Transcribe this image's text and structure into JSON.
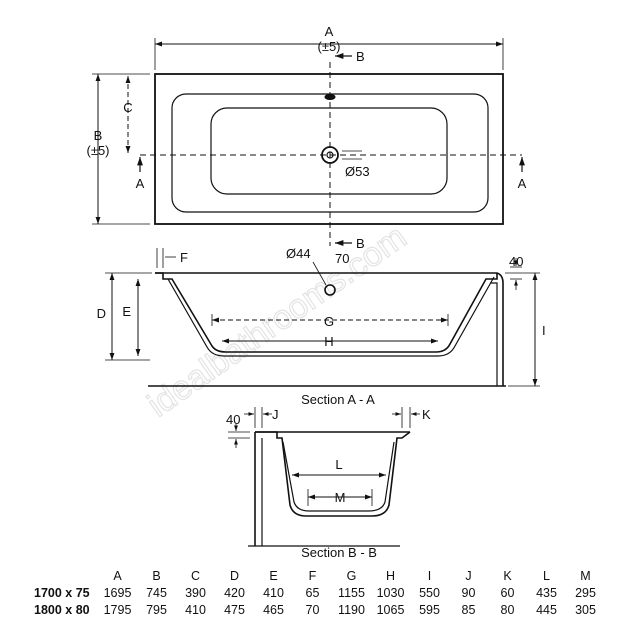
{
  "plan_view": {
    "label_a": "A",
    "tol_a": "(±5)",
    "label_b": "B",
    "tol_b": "(±5)",
    "label_c": "C",
    "section_b_top": "B",
    "section_b_bottom": "B",
    "section_a_left": "A",
    "section_a_right": "A",
    "waste_diameter": "Ø53"
  },
  "section_aa": {
    "label_d": "D",
    "label_e": "E",
    "label_f": "F",
    "label_g": "G",
    "label_h": "H",
    "label_i": "I",
    "overflow_diameter": "Ø44",
    "overflow_offset": "70",
    "rim_offset": "40",
    "caption": "Section A - A"
  },
  "section_bb": {
    "rim_offset": "40",
    "label_j": "J",
    "label_k": "K",
    "label_l": "L",
    "label_m": "M",
    "caption": "Section B - B"
  },
  "watermark": "idealbathrooms.com",
  "dimension_table": {
    "headers": [
      "A",
      "B",
      "C",
      "D",
      "E",
      "F",
      "G",
      "H",
      "I",
      "J",
      "K",
      "L",
      "M"
    ],
    "rows": [
      {
        "label": "1700 x 75",
        "values": [
          "1695",
          "745",
          "390",
          "420",
          "410",
          "65",
          "1155",
          "1030",
          "550",
          "90",
          "60",
          "435",
          "295"
        ]
      },
      {
        "label": "1800 x 80",
        "values": [
          "1795",
          "795",
          "410",
          "475",
          "465",
          "70",
          "1190",
          "1065",
          "595",
          "85",
          "80",
          "445",
          "305"
        ]
      }
    ]
  }
}
